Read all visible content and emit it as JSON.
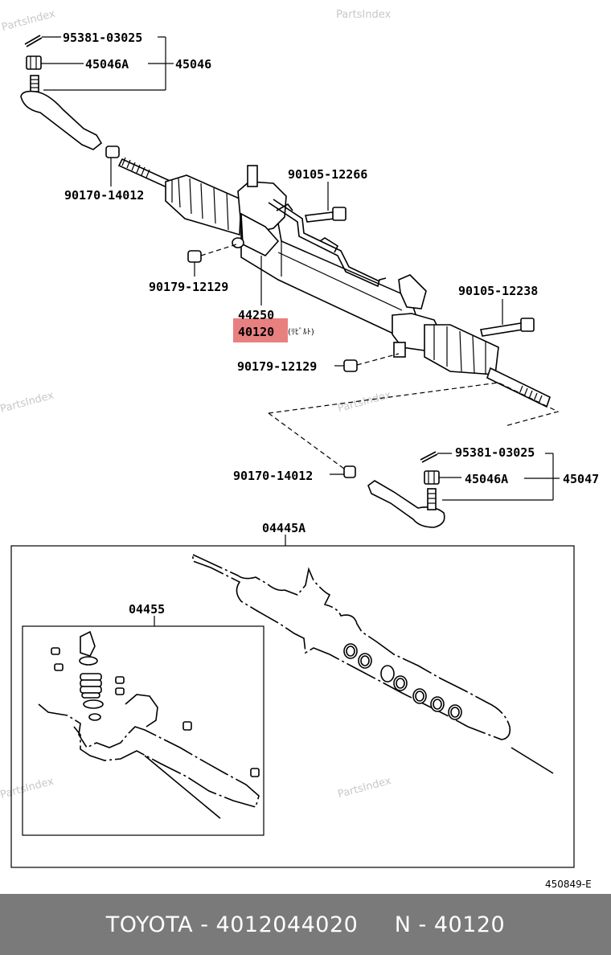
{
  "watermarks": [
    "PartsIndex",
    "PartsIndex",
    "PartsIndex",
    "PartsIndex",
    "PartsIndex",
    "PartsIndex"
  ],
  "labels": {
    "pin_upper": "95381-03025",
    "nut_upper_a": "45046A",
    "tie_end_upper": "45046",
    "nut_upper_90170": "90170-14012",
    "bolt_upper": "90105-12266",
    "nut_left_90179": "90179-12129",
    "gear_44250": "44250",
    "gear_40120": "40120",
    "gear_40120_note": "(ﾘﾋﾞﾙﾄ)",
    "bolt_right": "90105-12238",
    "nut_right_90179": "90179-12129",
    "pin_lower": "95381-03025",
    "nut_lower_90170": "90170-14012",
    "nut_lower_a": "45046A",
    "tie_end_lower": "45047",
    "kit_outer": "04445A",
    "kit_inner": "04455"
  },
  "highlight_color": "#e88080",
  "figure_code": "450849-E",
  "footer": {
    "brand": "TOYOTA",
    "part_number": "4012044020",
    "ref": "N - 40120",
    "text": "TOYOTA - 4012044020     N - 40120"
  }
}
